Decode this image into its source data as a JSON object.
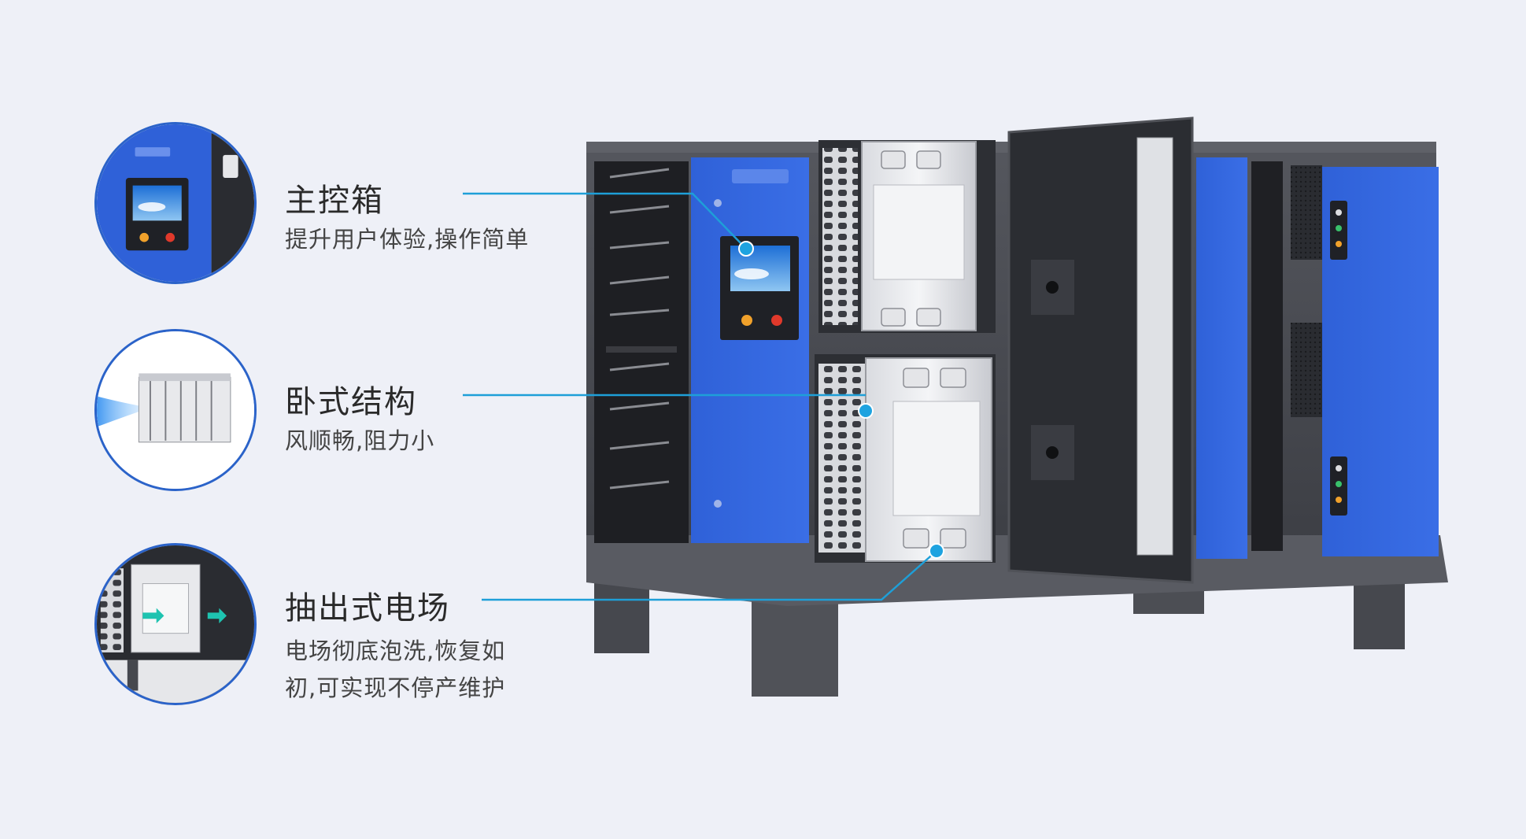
{
  "features": [
    {
      "title": "主控箱",
      "description_lines": [
        "提升用户体验,操作简单"
      ],
      "icon": "control-box-thumbnail"
    },
    {
      "title": "卧式结构",
      "description_lines": [
        "风顺畅,阻力小"
      ],
      "icon": "horizontal-structure-thumbnail"
    },
    {
      "title": "抽出式电场",
      "description_lines": [
        "电场彻底泡洗,恢复如",
        "初,可实现不停产维护"
      ],
      "icon": "drawer-electric-field-thumbnail"
    }
  ],
  "colors": {
    "background": "#eef0f7",
    "accent_blue": "#2b63c9",
    "callout_line": "#1e9fd8",
    "panel_blue": "#2f5fd6",
    "frame_gray": "#4a4c52"
  }
}
